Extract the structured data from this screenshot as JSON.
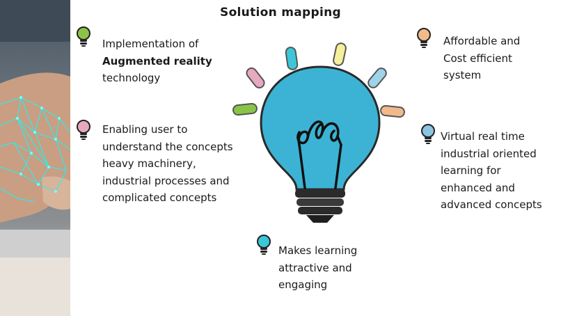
{
  "title": "Solution  mapping",
  "colors": {
    "green": "#8bc34a",
    "pink": "#e7a9c0",
    "cyan": "#3cc7d8",
    "orange": "#f2b98a",
    "blue": "#8cc4e3",
    "main_bulb": "#3cb3d4"
  },
  "points": {
    "p1": {
      "line1": "Implementation of",
      "bold": "Augmented reality",
      "line3": "technology",
      "icon": "lightbulb-icon"
    },
    "p2": {
      "lines": [
        "Enabling user to",
        "understand the concepts",
        "heavy machinery,",
        "industrial processes and",
        "complicated concepts"
      ],
      "icon": "lightbulb-icon"
    },
    "p3": {
      "lines": [
        "Makes learning",
        "attractive and",
        "engaging"
      ],
      "icon": "lightbulb-icon"
    },
    "p4": {
      "lines": [
        "Affordable and",
        "Cost efficient",
        "system"
      ],
      "icon": "lightbulb-icon"
    },
    "p5": {
      "lines": [
        "Virtual real time",
        "industrial oriented",
        "learning for",
        "enhanced and",
        "advanced concepts"
      ],
      "icon": "lightbulb-icon"
    }
  }
}
